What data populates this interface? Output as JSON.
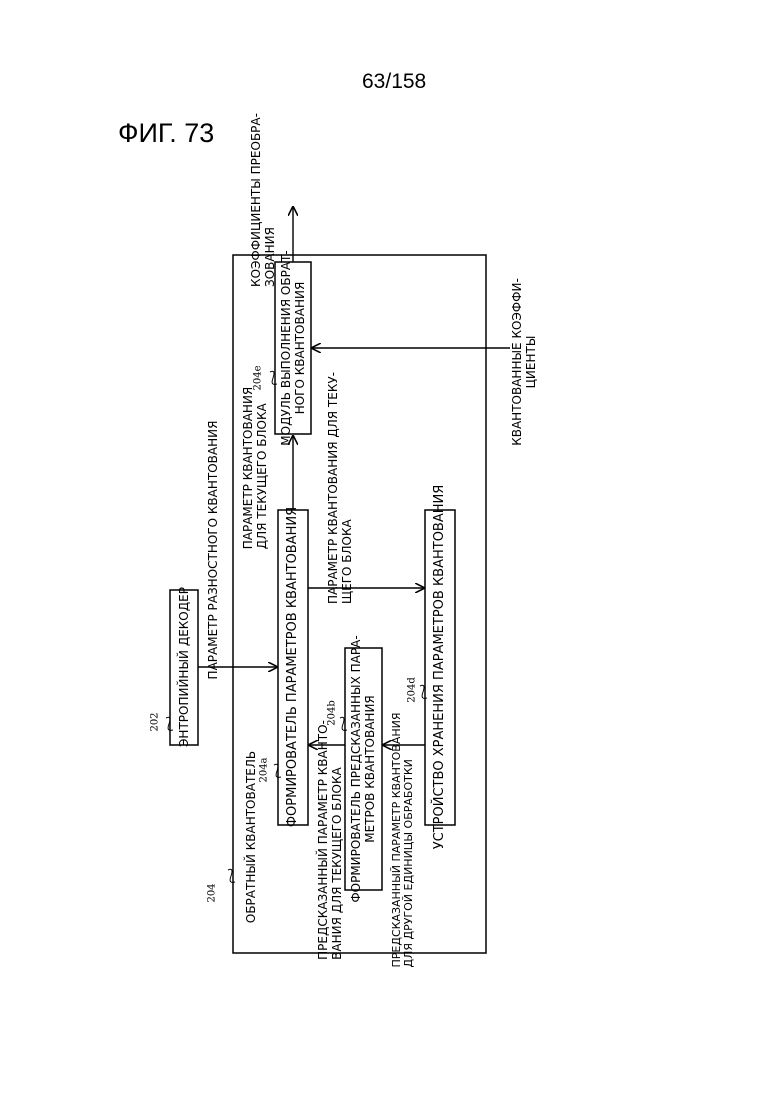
{
  "header": {
    "page_number": "63/158",
    "figure_title": "ФИГ. 73"
  },
  "blocks": {
    "inverse_quantizer": {
      "label": "ОБРАТНЫЙ КВАНТОВАТЕЛЬ",
      "ref": "204"
    },
    "entropy_decoder": {
      "label": "ЭНТРОПИЙНЫЙ ДЕКОДЕР",
      "ref": "202"
    },
    "qp_generator": {
      "label": "ФОРМИРОВАТЕЛЬ ПАРАМЕТРОВ КВАНТОВАНИЯ",
      "ref": "204a"
    },
    "predicted_qp_generator": {
      "line1": "ФОРМИРОВАТЕЛЬ ПРЕДСКАЗАННЫХ ПАРА-",
      "line2": "МЕТРОВ КВАНТОВАНИЯ",
      "ref": "204b"
    },
    "qp_storage": {
      "label": "УСТРОЙСТВО ХРАНЕНИЯ ПАРАМЕТРОВ КВАНТОВАНИЯ",
      "ref": "204d"
    },
    "inverse_quant_module": {
      "line1": "МОДУЛЬ ВЫПОЛНЕНИЯ ОБРАТ-",
      "line2": "НОГО КВАНТОВАНИЯ",
      "ref": "204e"
    }
  },
  "signals": {
    "diff_qp": "ПАРАМЕТР РАЗНОСТНОГО КВАНТОВАНИЯ",
    "qp_current_top": {
      "line1": "ПАРАМЕТР КВАНТОВАНИЯ",
      "line2": "ДЛЯ ТЕКУЩЕГО БЛОКА"
    },
    "qp_current_mid": {
      "line1": "ПАРАМЕТР КВАНТОВАНИЯ ДЛЯ ТЕКУ-",
      "line2": "ЩЕГО БЛОКА"
    },
    "predicted_qp_current": {
      "line1": "ПРЕДСКАЗАННЫЙ ПАРАМЕТР КВАНТО-",
      "line2": "ВАНИЯ ДЛЯ ТЕКУЩЕГО БЛОКА"
    },
    "predicted_qp_other": {
      "line1": "ПРЕДСКАЗАННЫЙ ПАРАМЕТР КВАНТОВАНИЯ",
      "line2": "ДЛЯ ДРУГОЙ ЕДИНИЦЫ ОБРАБОТКИ"
    },
    "quantized_coeffs": {
      "line1": "КВАНТОВАННЫЕ КОЭФФИ-",
      "line2": "ЦИЕНТЫ"
    },
    "transform_coeffs": {
      "line1": "КОЭФФИЦИЕНТЫ ПРЕОБРА-",
      "line2": "ЗОВАНИЯ"
    }
  }
}
